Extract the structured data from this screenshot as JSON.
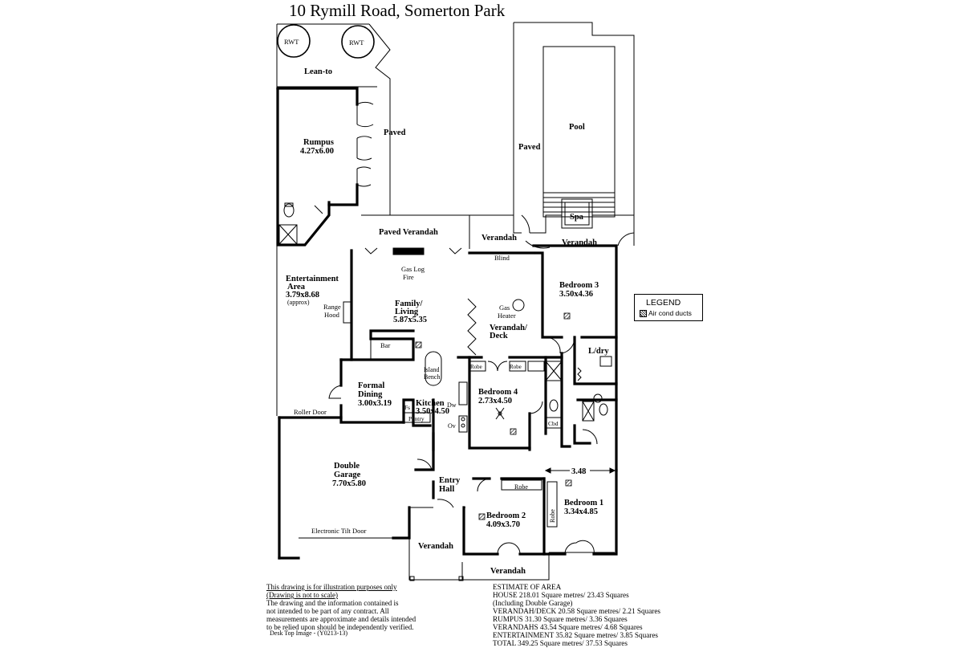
{
  "title": "10 Rymill Road, Somerton Park",
  "rooms": {
    "rwt_1": "RWT",
    "rwt_2": "RWT",
    "lean_to": "Lean-to",
    "rumpus": "Rumpus",
    "rumpus_dim": "4.27x6.00",
    "paved_1": "Paved",
    "paved_2": "Paved",
    "pool": "Pool",
    "spa": "Spa",
    "paved_verandah": "Paved Verandah",
    "verandah_top": "Verandah",
    "verandah_right": "Verandah",
    "blind": "Blind",
    "gas_log_fire": "Gas Log",
    "gas_log_fire_2": "Fire",
    "entertainment": "Entertainment",
    "entertainment_2": "Area",
    "entertainment_dim": "3.79x8.68",
    "entertainment_approx": "(approx)",
    "range_hood": "Range",
    "range_hood_2": "Hood",
    "family": "Family/",
    "family_2": "Living",
    "family_dim": "5.87x5.35",
    "gas_heater": "Gas",
    "gas_heater_2": "Heater",
    "verandah_deck": "Verandah/",
    "verandah_deck_2": "Deck",
    "bedroom3": "Bedroom 3",
    "bedroom3_dim": "3.50x4.36",
    "ldry": "L/dry",
    "bar": "Bar",
    "island_bench": "Island",
    "island_bench_2": "Bench",
    "robe_1": "Robe",
    "robe_2": "Robe",
    "bedroom4": "Bedroom 4",
    "bedroom4_dim": "2.73x4.50",
    "formal_dining": "Formal",
    "formal_dining_2": "Dining",
    "formal_dining_dim": "3.00x3.19",
    "fs": "Fs",
    "kitchen": "Kitchen",
    "kitchen_dim": "3.50x4.50",
    "pantry": "Pantry",
    "dw": "Dw",
    "ov": "Ov",
    "cbd": "Cbd",
    "roller_door": "Roller Door",
    "double_garage": "Double",
    "double_garage_2": "Garage",
    "double_garage_dim": "7.70x5.80",
    "electronic_tilt_door": "Electronic Tilt Door",
    "entry_hall": "Entry",
    "entry_hall_2": "Hall",
    "bedroom2": "Bedroom 2",
    "bedroom2_dim": "4.09x3.70",
    "robe_3": "Robe",
    "robe_4": "Robe",
    "bedroom1": "Bedroom 1",
    "bedroom1_dim": "3.34x4.85",
    "dim_348": "3.48",
    "verandah_front": "Verandah",
    "verandah_bottom": "Verandah"
  },
  "legend": {
    "title": "LEGEND",
    "item": "Air cond ducts"
  },
  "disclaimer": {
    "line1": "This drawing is for illustration purposes only",
    "line2": "(Drawing is not to scale)",
    "line3": "The drawing and the information contained is",
    "line4": "not intended to be part of any contract.  All",
    "line5": "measurements are approximate and details intended",
    "line6": "to be relied upon should be independently verified."
  },
  "estimate": {
    "heading": "ESTIMATE OF AREA",
    "house": "HOUSE 218.01 Square metres/  23.43 Squares",
    "house_note": "(Including Double Garage)",
    "verandah_deck": "VERANDAH/DECK 20.58 Square metres/ 2.21 Squares",
    "rumpus": "RUMPUS 31.30 Square metres/ 3.36 Squares",
    "verandahs": "VERANDAHS  43.54 Square metres/ 4.68 Squares",
    "entertainment": "ENTERTAINMENT 35.82 Square metres/ 3.85 Squares",
    "total": "TOTAL 349.25 Square metres/ 37.53 Squares"
  },
  "footer": "Desk Top Image -   (Y0213-13)"
}
